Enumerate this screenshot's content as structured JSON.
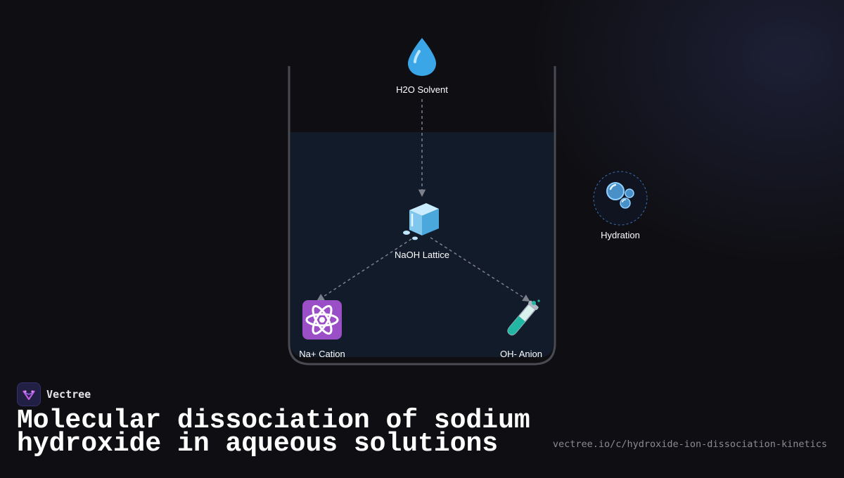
{
  "diagram": {
    "nodes": {
      "solvent": {
        "label": "H2O Solvent",
        "icon": "water-drop-icon"
      },
      "lattice": {
        "label": "NaOH Lattice",
        "icon": "ice-cube-icon"
      },
      "cation": {
        "label": "Na+ Cation",
        "icon": "atom-icon"
      },
      "anion": {
        "label": "OH- Anion",
        "icon": "test-tube-icon"
      },
      "hydration": {
        "label": "Hydration",
        "icon": "bubbles-icon"
      }
    },
    "edges": [
      {
        "from": "H2O Solvent",
        "to": "NaOH Lattice"
      },
      {
        "from": "NaOH Lattice",
        "to": "Na+ Cation"
      },
      {
        "from": "NaOH Lattice",
        "to": "OH- Anion"
      }
    ]
  },
  "brand": {
    "name": "Vectree"
  },
  "title": "Molecular dissociation of sodium hydroxide in aqueous solutions",
  "url": "vectree.io/c/hydroxide-ion-dissociation-kinetics",
  "colors": {
    "background": "#0f0f13",
    "solution": "#121b2a",
    "beaker": "#4a4a52",
    "connector": "#8a8f99",
    "hydration_ring": "#3b6fb0"
  }
}
